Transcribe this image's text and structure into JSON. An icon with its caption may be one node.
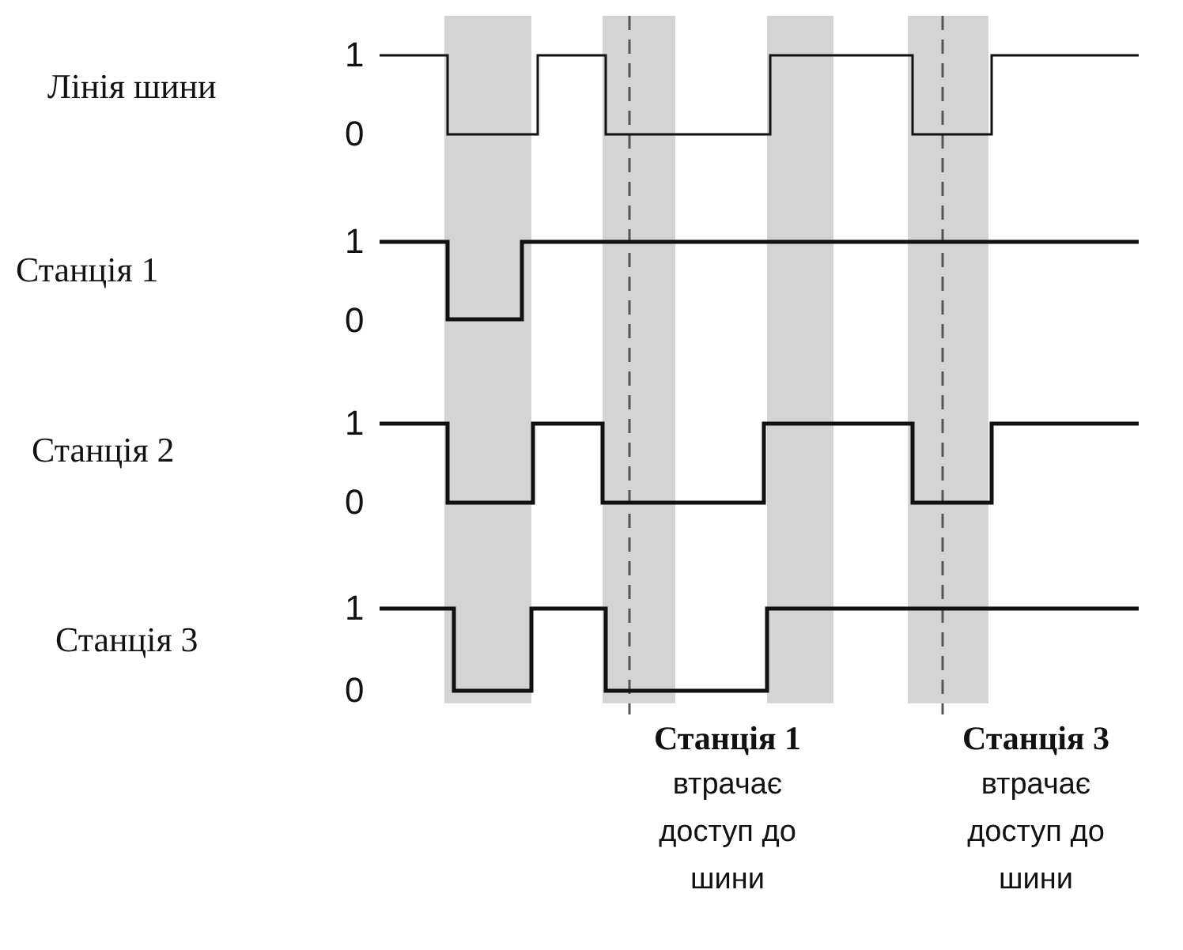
{
  "diagram": {
    "labels": [
      "Лінія шини",
      "1",
      "0",
      "Станція 1",
      "1",
      "0",
      "Станція 2",
      "1",
      "0",
      "Станція 3",
      "1",
      "0",
      "**Станція 1** втрачає доступ до шини",
      "**Станція 3** втрачає доступ до шини"
    ]
  }
}
